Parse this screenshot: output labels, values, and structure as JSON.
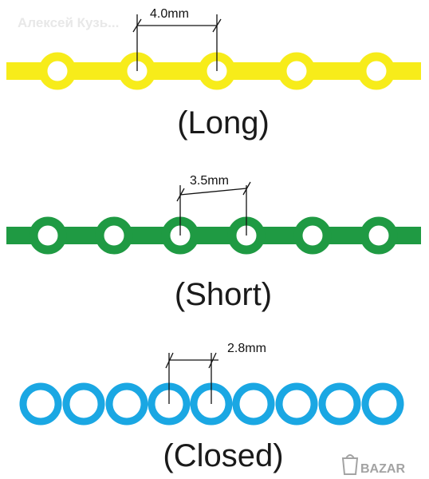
{
  "watermark": {
    "author": "Алексей Кузь..."
  },
  "logo": {
    "text": "BAZAR"
  },
  "chains": [
    {
      "id": "long",
      "caption": "(Long)",
      "dimension": "4.0mm",
      "color": "#f7ec1a",
      "ring_count": 5,
      "has_connecting_strip": true
    },
    {
      "id": "short",
      "caption": "(Short)",
      "dimension": "3.5mm",
      "color": "#1f9a43",
      "ring_count": 6,
      "has_connecting_strip": true
    },
    {
      "id": "closed",
      "caption": "(Closed)",
      "dimension": "2.8mm",
      "color": "#1aa7e3",
      "ring_count": 9,
      "has_connecting_strip": false
    }
  ]
}
